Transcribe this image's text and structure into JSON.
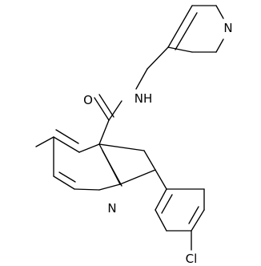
{
  "structure": {
    "atoms": {
      "pyridine_n": "N",
      "amide_nh": "NH",
      "carbonyl_o": "O",
      "quinoline_n": "N",
      "chlorine": "Cl"
    }
  }
}
